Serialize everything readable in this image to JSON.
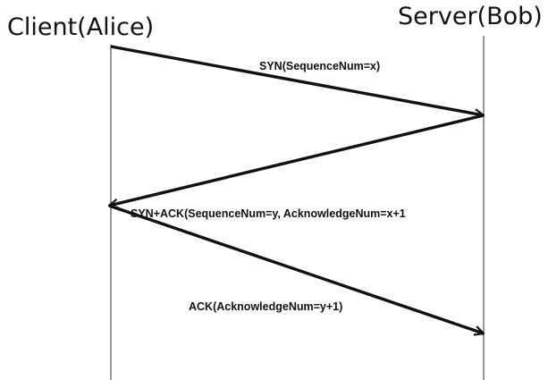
{
  "participants": {
    "client": "Client(Alice)",
    "server": "Server(Bob)"
  },
  "messages": [
    {
      "from": "client",
      "to": "server",
      "label": "SYN(SequenceNum=x)"
    },
    {
      "from": "server",
      "to": "client",
      "label": "SYN+ACK(SequenceNum=y, AcknowledgeNum=x+1"
    },
    {
      "from": "client",
      "to": "server",
      "label": "ACK(AcknowledgeNum=y+1)"
    }
  ],
  "colors": {
    "line": "#111111",
    "background": "#ffffff"
  }
}
